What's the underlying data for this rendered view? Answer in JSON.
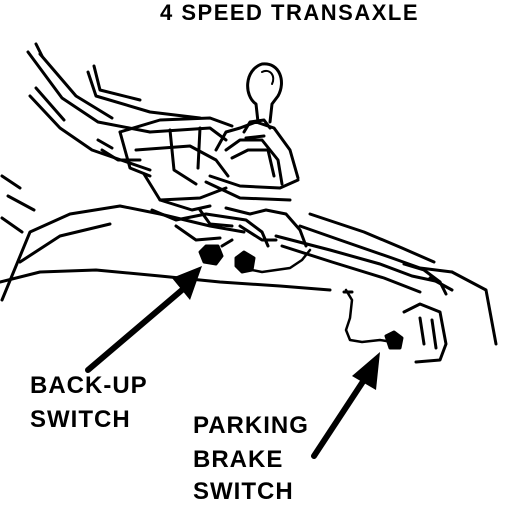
{
  "title": "4 SPEED TRANSAXLE",
  "labels": {
    "backup_line1": "BACK-UP",
    "backup_line2": "SWITCH",
    "parking_line1": "PARKING",
    "parking_line2": "BRAKE",
    "parking_line3": "SWITCH"
  },
  "colors": {
    "ink": "#000000",
    "paper": "#ffffff"
  }
}
